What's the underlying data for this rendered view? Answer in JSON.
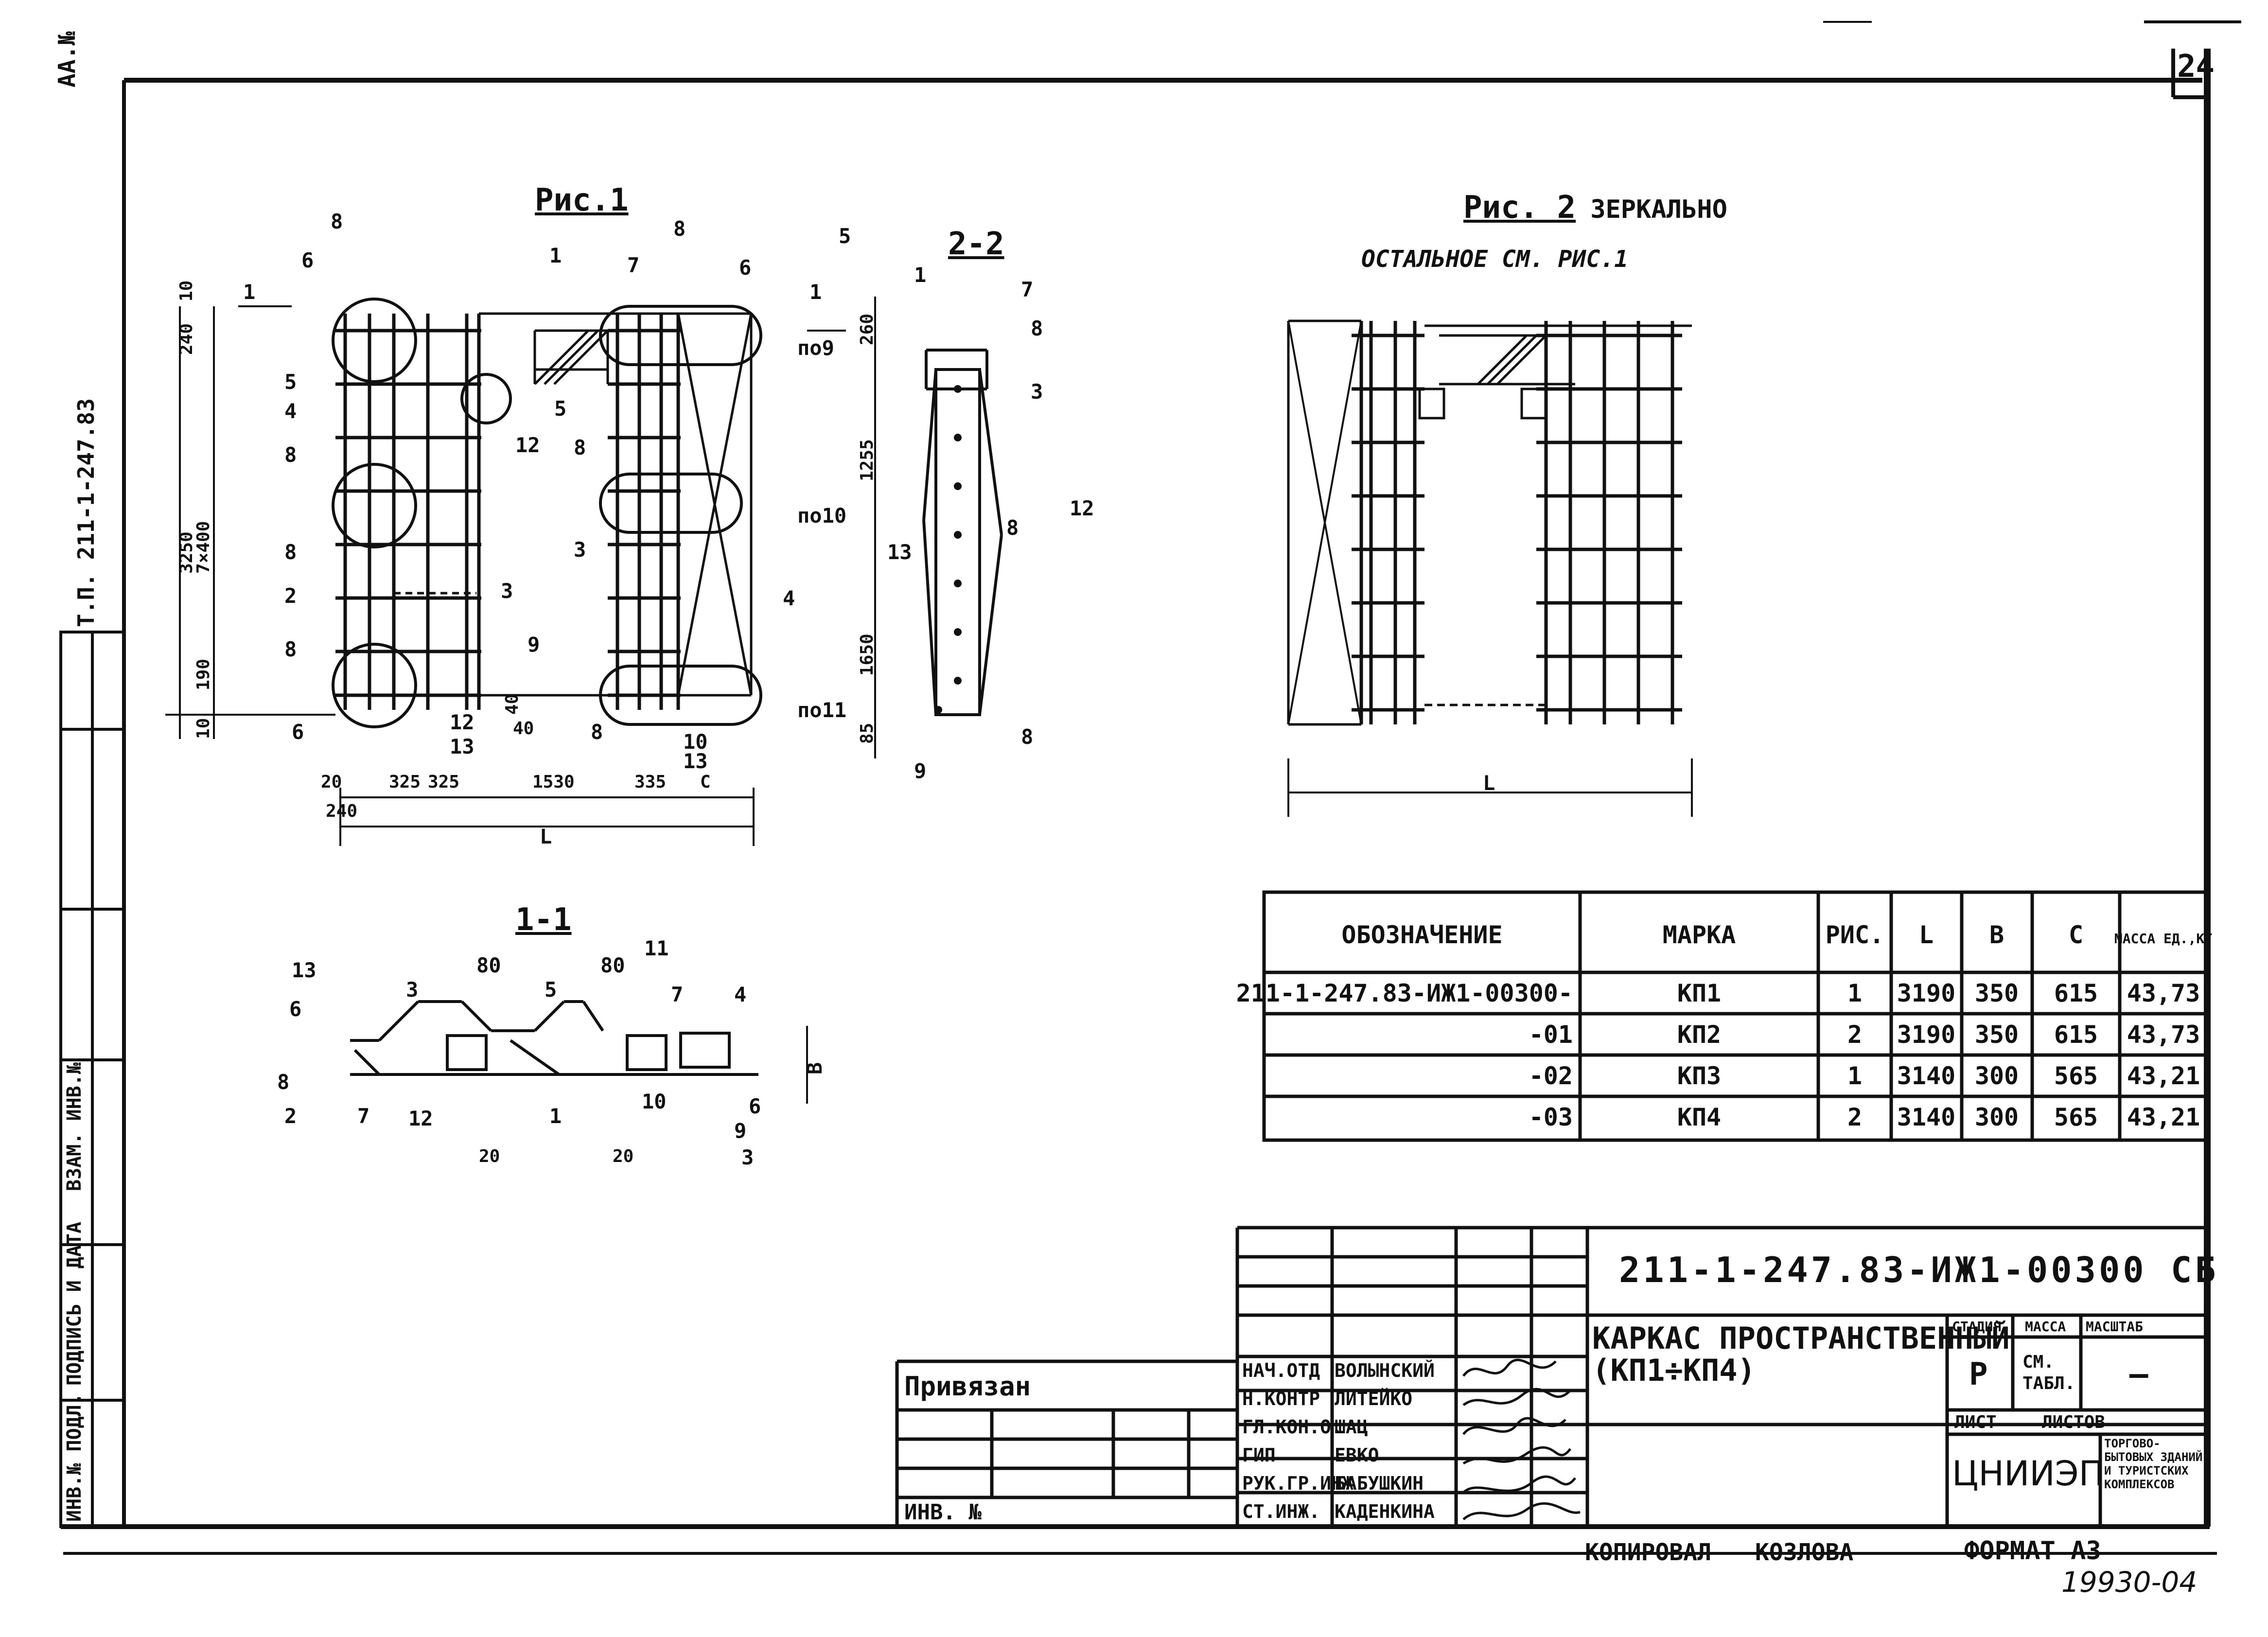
{
  "sheet": {
    "page_number": "24",
    "margin_code": "Т.П. 211-1-247.83",
    "corner_code": "АА.№"
  },
  "side_stamp": {
    "labels": [
      "ИНВ.№ ПОДЛ.",
      "ПОДПИСЬ И ДАТА",
      "ВЗАМ. ИНВ.№"
    ]
  },
  "fig1": {
    "title": "Рис.1",
    "section_mark": "1",
    "callouts": [
      "8",
      "6",
      "5",
      "4",
      "8",
      "8",
      "2",
      "8",
      "6",
      "1",
      "7",
      "8",
      "6",
      "5",
      "12",
      "8",
      "3",
      "3",
      "4",
      "9",
      "8",
      "12",
      "13",
      "10",
      "13"
    ],
    "openings": [
      "по9",
      "по10",
      "по11"
    ],
    "dims_vertical": [
      "10",
      "240",
      "3250",
      "7×400",
      "190",
      "10"
    ],
    "dims_horizontal": [
      "20",
      "240",
      "325",
      "325",
      "1530",
      "335",
      "С",
      "L"
    ],
    "misc": [
      "40"
    ]
  },
  "section22": {
    "title": "2-2",
    "section_mark": "1",
    "callouts": [
      "5",
      "1",
      "7",
      "8",
      "3",
      "8",
      "13",
      "12",
      "9",
      "8"
    ],
    "dims": [
      "260",
      "1255",
      "1650",
      "85"
    ]
  },
  "fig2": {
    "title": "Рис. 2",
    "title_note": "ЗЕРКАЛЬНО",
    "subtitle": "ОСТАЛЬНОЕ СМ. РИС.1",
    "dim": "L"
  },
  "section11": {
    "title": "1-1",
    "callouts": [
      "13",
      "6",
      "8",
      "2",
      "7",
      "12",
      "3",
      "80",
      "5",
      "80",
      "11",
      "7",
      "4",
      "1",
      "10",
      "6",
      "9",
      "3"
    ],
    "dims": [
      "20",
      "20",
      "В"
    ]
  },
  "spec_table": {
    "headers": [
      "ОБОЗНАЧЕНИЕ",
      "МАРКА",
      "РИС.",
      "L",
      "В",
      "С",
      "МАССА ЕД.,КГ"
    ],
    "rows": [
      [
        "211-1-247.83-ИЖ1-00300-",
        "КП1",
        "1",
        "3190",
        "350",
        "615",
        "43,73"
      ],
      [
        "-01",
        "КП2",
        "2",
        "3190",
        "350",
        "615",
        "43,73"
      ],
      [
        "-02",
        "КП3",
        "1",
        "3140",
        "300",
        "565",
        "43,21"
      ],
      [
        "-03",
        "КП4",
        "2",
        "3140",
        "300",
        "565",
        "43,21"
      ]
    ]
  },
  "title_block": {
    "doc_code": "211-1-247.83-ИЖ1-00300 СБ",
    "title_line1": "КАРКАС ПРОСТРАНСТВЕННЫЙ",
    "title_line2": "(КП1÷КП4)",
    "stage_header": "СТАДИЯ",
    "mass_header": "МАССА",
    "scale_header": "МАСШТАБ",
    "stage_value": "Р",
    "mass_value": "СМ. ТАБЛ.",
    "scale_value": "—",
    "sheet_label": "ЛИСТ",
    "sheets_label": "ЛИСТОВ",
    "org": "ЦНИИЭП",
    "org_note": "ТОРГОВО-БЫТОВЫХ ЗДАНИЙ И ТУРИСТСКИХ КОМПЛЕКСОВ",
    "bound": "Привязан",
    "inv": "ИНВ. №",
    "roles": [
      "НАЧ.ОТД",
      "Н.КОНТР",
      "ГЛ.КОН.О.",
      "ГИП",
      "РУК.ГР.ИНЖ",
      "СТ.ИНЖ."
    ],
    "names": [
      "ВОЛЫНСКИЙ",
      "ЛИТЕЙКО",
      "ШАЦ",
      "ЕВКО",
      "БАБУШКИН",
      "КАДЕНКИНА"
    ]
  },
  "footer": {
    "copied": "КОПИРОВАЛ",
    "copier": "КОЗЛОВА",
    "format": "ФОРМАТ А3",
    "number": "19930-04"
  }
}
